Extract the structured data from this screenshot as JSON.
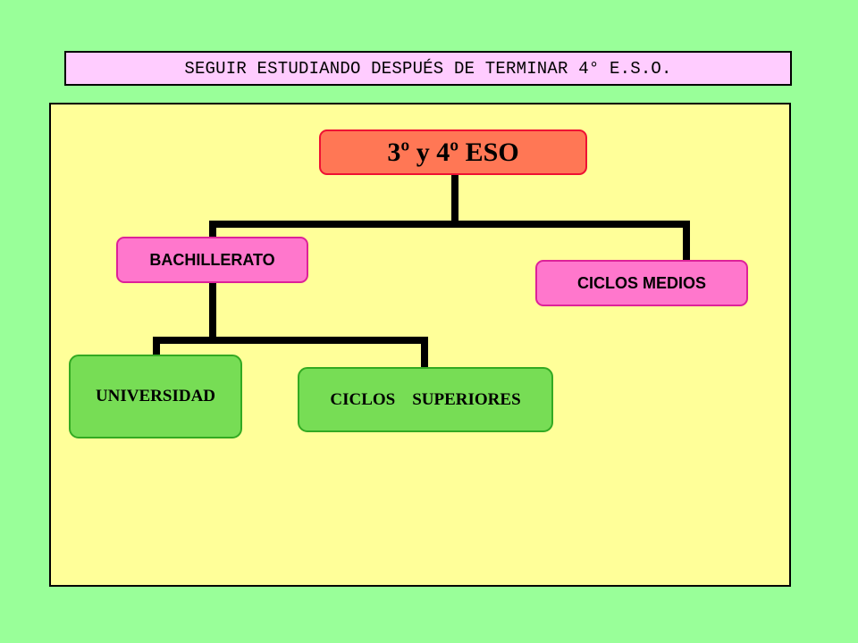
{
  "header": {
    "title": "SEGUIR ESTUDIANDO DESPUÉS DE TERMINAR 4° E.S.O."
  },
  "diagram": {
    "root": {
      "label": "3º y 4º ESO"
    },
    "level1": [
      {
        "label": "BACHILLERATO"
      },
      {
        "label": "CICLOS MEDIOS"
      }
    ],
    "level2": [
      {
        "label": "UNIVERSIDAD"
      },
      {
        "label": "CICLOS    SUPERIORES"
      }
    ]
  },
  "colors": {
    "background": "#99ff99",
    "title_box": "#ffccff",
    "panel": "#ffff99",
    "root_box": "#ff7755",
    "level1_box": "#ff77cc",
    "level2_box": "#77dd55",
    "connector": "#000000"
  }
}
